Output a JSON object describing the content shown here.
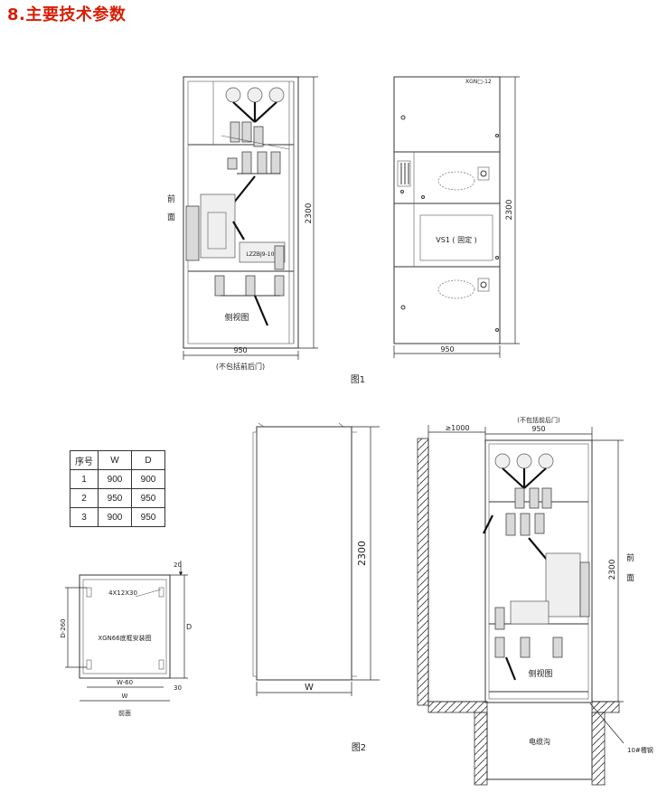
{
  "title": "8.主要技术参数",
  "figure1": {
    "caption": "图1",
    "side_view": {
      "front_label_1": "前",
      "front_label_2": "面",
      "height": "2300",
      "width": "950",
      "width_note": "(不包括前后门)",
      "view_label": "侧视图",
      "ct_label": "LZZBJ9-10C"
    },
    "front_view": {
      "model": "XGN□-12",
      "height": "2300",
      "width": "950",
      "breaker_label": "VS1 ( 固定 )"
    }
  },
  "figure2": {
    "caption": "图2",
    "table": {
      "headers": [
        "序号",
        "W",
        "D"
      ],
      "rows": [
        [
          "1",
          "900",
          "900"
        ],
        [
          "2",
          "950",
          "950"
        ],
        [
          "3",
          "900",
          "950"
        ]
      ]
    },
    "base_plan": {
      "title": "XGN66底框安装图",
      "holes": "4X12X30",
      "dim_top": "20",
      "dim_bottom": "30",
      "dim_left": "D-260",
      "dim_right": "D",
      "dim_w60": "W-60",
      "dim_w": "W",
      "front_label": "前面"
    },
    "cabinet": {
      "height": "2300",
      "width": "W"
    },
    "install_view": {
      "clearance": "≥1000",
      "width_note": "(不包括前后门)",
      "width": "950",
      "height": "2300",
      "front_label_1": "前",
      "front_label_2": "面",
      "view_label": "侧视图",
      "trench_label": "电缆沟",
      "channel_label": "10#槽钢"
    }
  }
}
